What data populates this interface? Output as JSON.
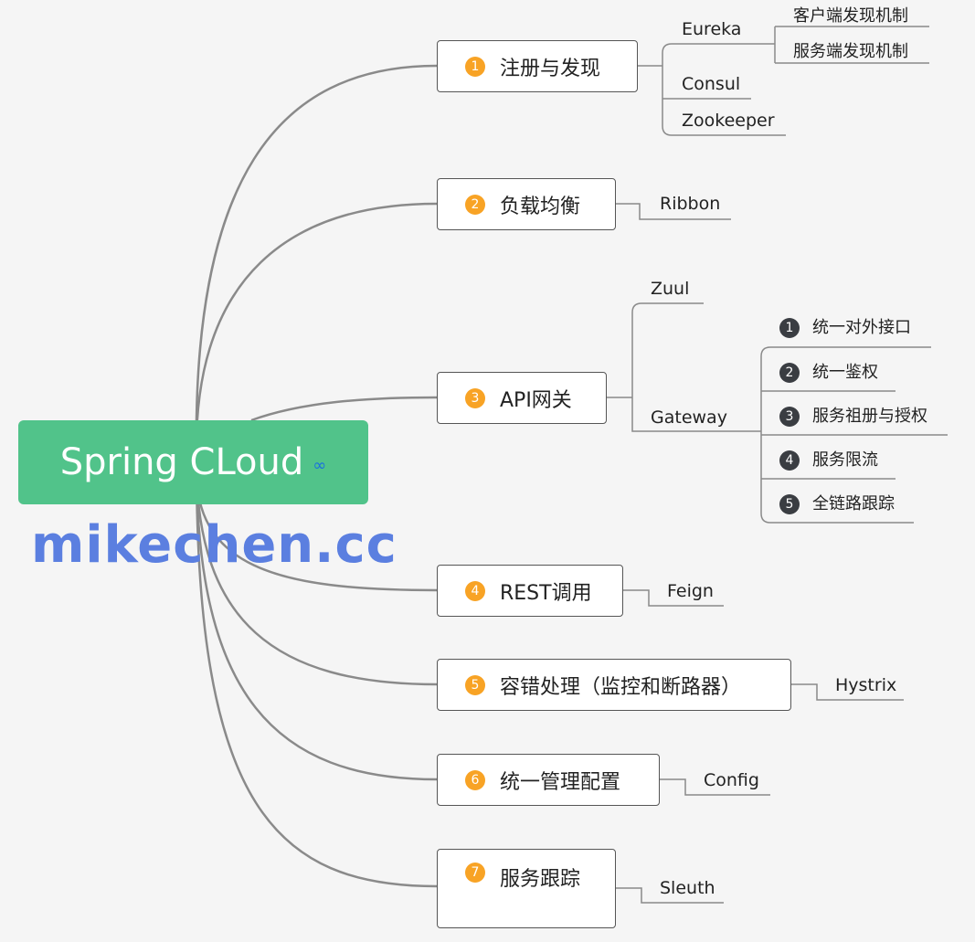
{
  "root": {
    "label": "Spring CLoud",
    "link_icon": "link-icon"
  },
  "watermark": "mikechen.cc",
  "branches": [
    {
      "num": "1",
      "label": "注册与发现",
      "children": [
        "Eureka",
        "Consul",
        "Zookeeper"
      ],
      "eureka_children": [
        "客户端发现机制",
        "服务端发现机制"
      ]
    },
    {
      "num": "2",
      "label": "负载均衡",
      "children": [
        "Ribbon"
      ]
    },
    {
      "num": "3",
      "label": "API网关",
      "children": [
        "Zuul",
        "Gateway"
      ],
      "gateway_children": [
        {
          "num": "1",
          "label": "统一对外接口"
        },
        {
          "num": "2",
          "label": "统一鉴权"
        },
        {
          "num": "3",
          "label": "服务祖册与授权"
        },
        {
          "num": "4",
          "label": "服务限流"
        },
        {
          "num": "5",
          "label": "全链路跟踪"
        }
      ]
    },
    {
      "num": "4",
      "label": "REST调用",
      "children": [
        "Feign"
      ]
    },
    {
      "num": "5",
      "label": "容错处理（监控和断路器）",
      "children": [
        "Hystrix"
      ]
    },
    {
      "num": "6",
      "label": "统一管理配置",
      "children": [
        "Config"
      ]
    },
    {
      "num": "7",
      "label": "服务跟踪",
      "children": [
        "Sleuth"
      ]
    }
  ],
  "colors": {
    "root": "#51c38a",
    "badge": "#f8a325",
    "line": "#888888",
    "watermark": "#5b7fe0"
  }
}
